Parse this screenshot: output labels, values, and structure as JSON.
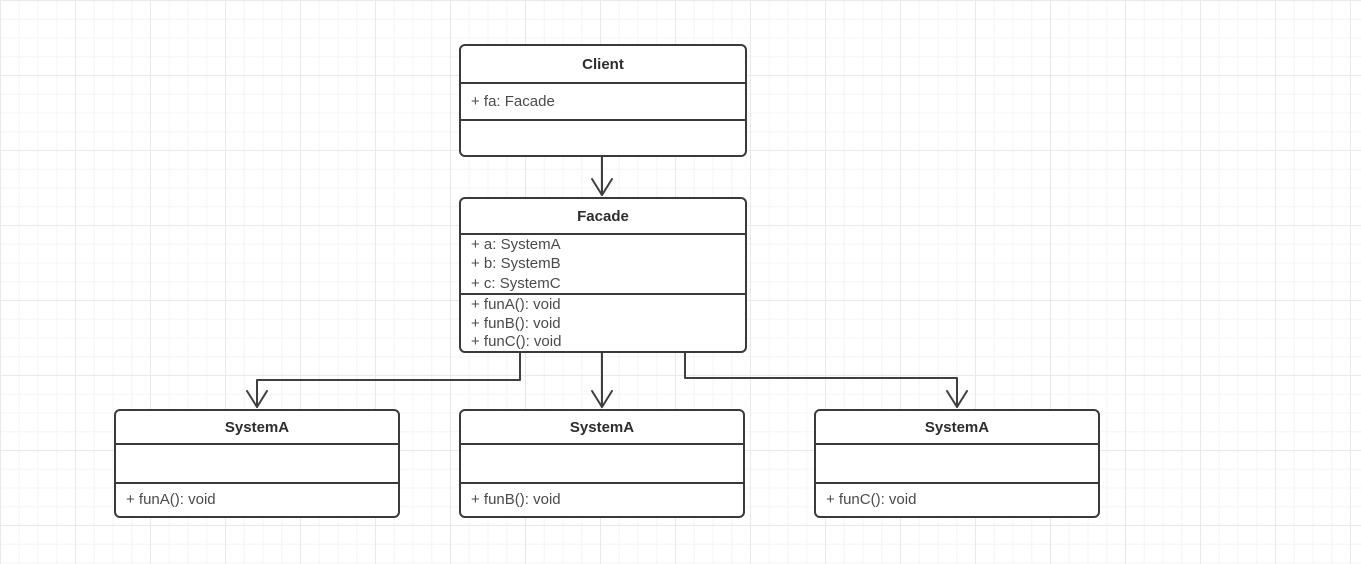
{
  "canvas": {
    "background_color": "#ffffff",
    "grid_minor_color": "#f4f4f4",
    "grid_major_color": "#e9e9e9"
  },
  "style": {
    "shape_border_color": "#3a3a3a",
    "title_text_color": "#2d2d2d",
    "body_text_color": "#4a4a4a",
    "connector_color": "#3f3f3f"
  },
  "classes": [
    {
      "id": "client",
      "name": "Client",
      "attributes": [
        "+ fa: Facade"
      ],
      "methods": []
    },
    {
      "id": "facade",
      "name": "Facade",
      "attributes": [
        "+ a: SystemA",
        "+ b: SystemB",
        "+ c: SystemC"
      ],
      "methods": [
        "+ funA(): void",
        "+ funB(): void",
        "+ funC(): void"
      ]
    },
    {
      "id": "system-left",
      "name": "SystemA",
      "attributes": [],
      "methods": [
        "+ funA(): void"
      ]
    },
    {
      "id": "system-middle",
      "name": "SystemA",
      "attributes": [],
      "methods": [
        "+ funB(): void"
      ]
    },
    {
      "id": "system-right",
      "name": "SystemA",
      "attributes": [],
      "methods": [
        "+ funC(): void"
      ]
    }
  ],
  "connectors": [
    {
      "from": "Client",
      "to": "Facade",
      "style": "open-arrow"
    },
    {
      "from": "Facade",
      "to": "SystemA (left)",
      "style": "open-arrow"
    },
    {
      "from": "Facade",
      "to": "SystemA (middle)",
      "style": "open-arrow"
    },
    {
      "from": "Facade",
      "to": "SystemA (right)",
      "style": "open-arrow"
    }
  ]
}
